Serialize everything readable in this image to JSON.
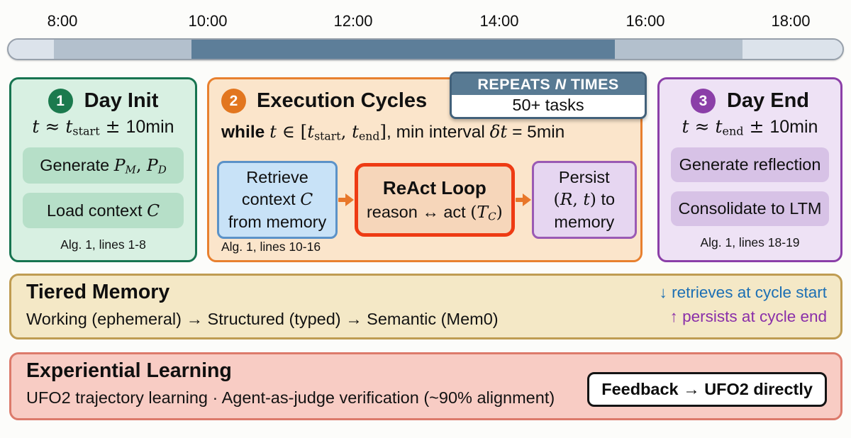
{
  "colors": {
    "timeline_light": "#dce3eb",
    "timeline_mid": "#b3c0cd",
    "timeline_dark": "#5d7e99",
    "green_border": "#177450",
    "green_bg": "#d8f0e2",
    "green_pill": "#b6dfc8",
    "orange_border": "#e8802f",
    "orange_bg": "#fbe5cb",
    "react_border": "#ee3b13",
    "react_bg": "#f6d6ba",
    "blue_box_border": "#5b92c8",
    "blue_box_bg": "#c8e2f7",
    "purple_border": "#8b3fa8",
    "purple_bg": "#eee2f5",
    "purple_pill": "#d7c2e6",
    "lavender_box_border": "#9a5ab4",
    "lavender_box_bg": "#e6d6f1",
    "slate_badge": "#587a93",
    "tan_border": "#bf9c52",
    "tan_bg": "#f4e8c6",
    "note_blue": "#1c6fb4",
    "note_purple": "#8a2fa9",
    "salmon_border": "#dc7a6b",
    "salmon_bg": "#f8ccc4",
    "arrow_orange": "#e8772a"
  },
  "timeline": {
    "labels": [
      "8:00",
      "10:00",
      "12:00",
      "14:00",
      "16:00",
      "18:00"
    ]
  },
  "repeats": {
    "header_pre": "REPEATS ",
    "header_n": "N",
    "header_post": " TIMES",
    "body": "50+ tasks"
  },
  "day_init": {
    "badge": "1",
    "title": "Day Init",
    "formula": {
      "v1": "t",
      "approx": " ≈ ",
      "v2": "t",
      "sub": "start",
      "pm": " ± ",
      "tail": "10min"
    },
    "step1": {
      "pre": "Generate ",
      "p1": "P",
      "s1": "M",
      "sep": ", ",
      "p2": "P",
      "s2": "D"
    },
    "step2": {
      "pre": "Load context ",
      "v": "C"
    },
    "footer": "Alg. 1, lines 1-8"
  },
  "execution": {
    "badge": "2",
    "title": "Execution Cycles",
    "while": {
      "kw": "while ",
      "v1": "t",
      "member": " ∈ ",
      "lb": "[",
      "t1": "t",
      "s1": "start",
      "comma": ", ",
      "t2": "t",
      "s2": "end",
      "rb": "]",
      "mid": ", min interval ",
      "delta": "δt",
      "eq": " = 5min"
    },
    "retrieve": {
      "l1": "Retrieve",
      "l2pre": "context ",
      "l2v": "C",
      "l3": "from memory"
    },
    "react": {
      "title": "ReAct Loop",
      "pre": "reason ↔ act ",
      "lp": "(",
      "v": "T",
      "sub": "C",
      "rp": ")"
    },
    "persist": {
      "l1": "Persist",
      "lp": "(",
      "v1": "R",
      "c": ", ",
      "v2": "t",
      "rp": ")",
      "suffix": " to",
      "l3": "memory"
    },
    "footer": "Alg. 1, lines 10-16"
  },
  "day_end": {
    "badge": "3",
    "title": "Day End",
    "formula": {
      "v1": "t",
      "approx": " ≈ ",
      "v2": "t",
      "sub": "end",
      "pm": " ± ",
      "tail": "10min"
    },
    "step1": "Generate reflection",
    "step2": "Consolidate to LTM",
    "footer": "Alg. 1, lines 18-19"
  },
  "tiered": {
    "title": "Tiered Memory",
    "subtitle": "Working (ephemeral) → Structured (typed) → Semantic (Mem0)",
    "note_retrieves": "↓ retrieves at cycle start",
    "note_persists": "↑ persists at cycle end"
  },
  "experiential": {
    "title": "Experiential Learning",
    "subtitle": "UFO2 trajectory learning · Agent-as-judge verification (~90% alignment)",
    "feedback": "Feedback → UFO2 directly"
  }
}
